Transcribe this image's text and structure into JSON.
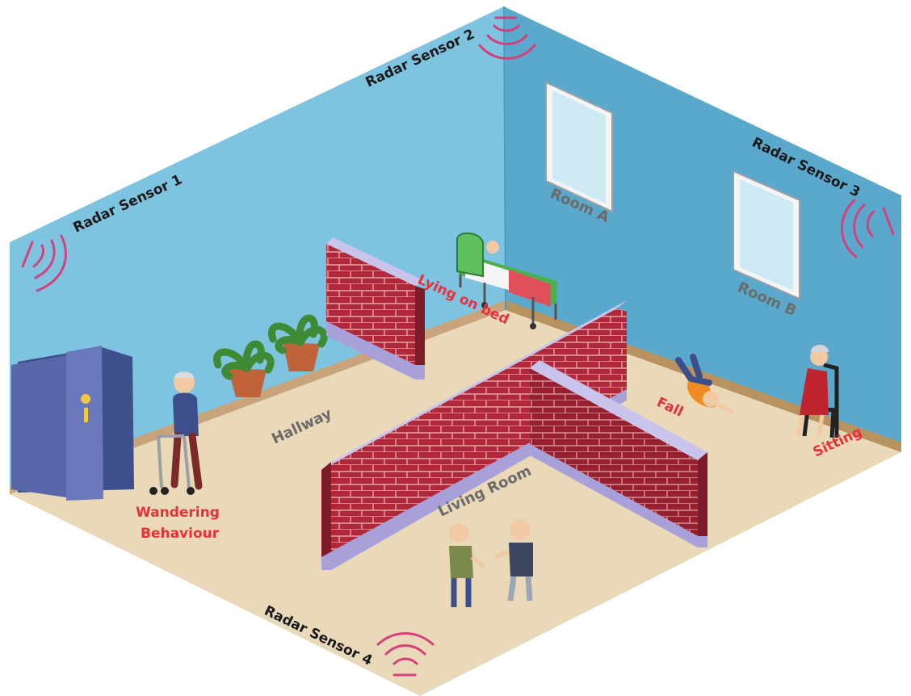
{
  "sensors": {
    "s1": "Radar Sensor 1",
    "s2": "Radar Sensor 2",
    "s3": "Radar Sensor 3",
    "s4": "Radar Sensor 4"
  },
  "rooms": {
    "room_a": "Room A",
    "room_b": "Room B",
    "hallway": "Hallway",
    "living_room": "Living Room"
  },
  "activities": {
    "lying": "Lying on bed",
    "fall": "Fall",
    "sitting": "Sitting",
    "wandering_1": "Wandering",
    "wandering_2": "Behaviour"
  },
  "colors": {
    "left_wall": "#7ec4e0",
    "right_wall": "#5aa9cc",
    "floor": "#ead9b8",
    "brick": "#b0293a",
    "wall_cap": "#c9c4ec",
    "wave": "#d6407a",
    "activity_text": "#e8313a"
  }
}
